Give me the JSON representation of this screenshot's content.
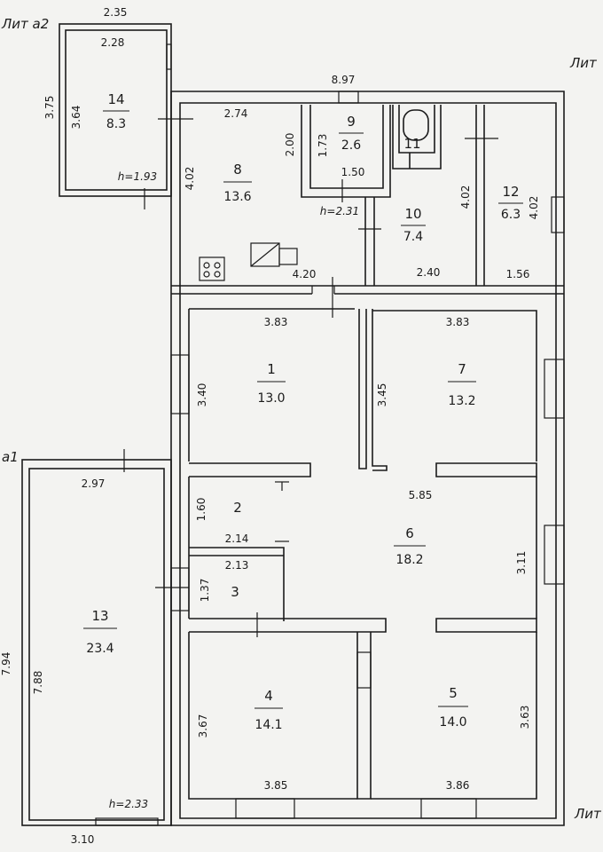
{
  "labels": {
    "lit_a2": "Лит а2",
    "lit_top_right": "Лит",
    "lit_a1": "а1",
    "lit_bottom_right": "Лит"
  },
  "rooms": [
    {
      "id": "1",
      "number": "1",
      "area": "13.0"
    },
    {
      "id": "2",
      "number": "2",
      "area": ""
    },
    {
      "id": "3",
      "number": "3",
      "area": ""
    },
    {
      "id": "4",
      "number": "4",
      "area": "14.1"
    },
    {
      "id": "5",
      "number": "5",
      "area": "14.0"
    },
    {
      "id": "6",
      "number": "6",
      "area": "18.2"
    },
    {
      "id": "7",
      "number": "7",
      "area": "13.2"
    },
    {
      "id": "8",
      "number": "8",
      "area": "13.6"
    },
    {
      "id": "9",
      "number": "9",
      "area": "2.6"
    },
    {
      "id": "10",
      "number": "10",
      "area": "7.4"
    },
    {
      "id": "11",
      "number": "11",
      "area": ""
    },
    {
      "id": "12",
      "number": "12",
      "area": "6.3"
    },
    {
      "id": "13",
      "number": "13",
      "area": "23.4"
    },
    {
      "id": "14",
      "number": "14",
      "area": "8.3"
    }
  ],
  "dimensions": {
    "d235": "2.35",
    "d228": "2.28",
    "d375": "3.75",
    "d364": "3.64",
    "d897": "8.97",
    "d274": "2.74",
    "d402a": "4.02",
    "d200": "2.00",
    "d173": "1.73",
    "d150": "1.50",
    "d402b": "4.02",
    "d402c": "4.02",
    "d420": "4.20",
    "d240": "2.40",
    "d156": "1.56",
    "d383a": "3.83",
    "d383b": "3.83",
    "d340": "3.40",
    "d345": "3.45",
    "d297": "2.97",
    "d160": "1.60",
    "d214": "2.14",
    "d213": "2.13",
    "d137": "1.37",
    "d585": "5.85",
    "d311": "3.11",
    "d794": "7.94",
    "d788": "7.88",
    "d367": "3.67",
    "d363": "3.63",
    "d385": "3.85",
    "d386": "3.86",
    "d310": "3.10"
  },
  "heights": {
    "h193": "h=1.93",
    "h231": "h=2.31",
    "h233": "h=2.33"
  }
}
